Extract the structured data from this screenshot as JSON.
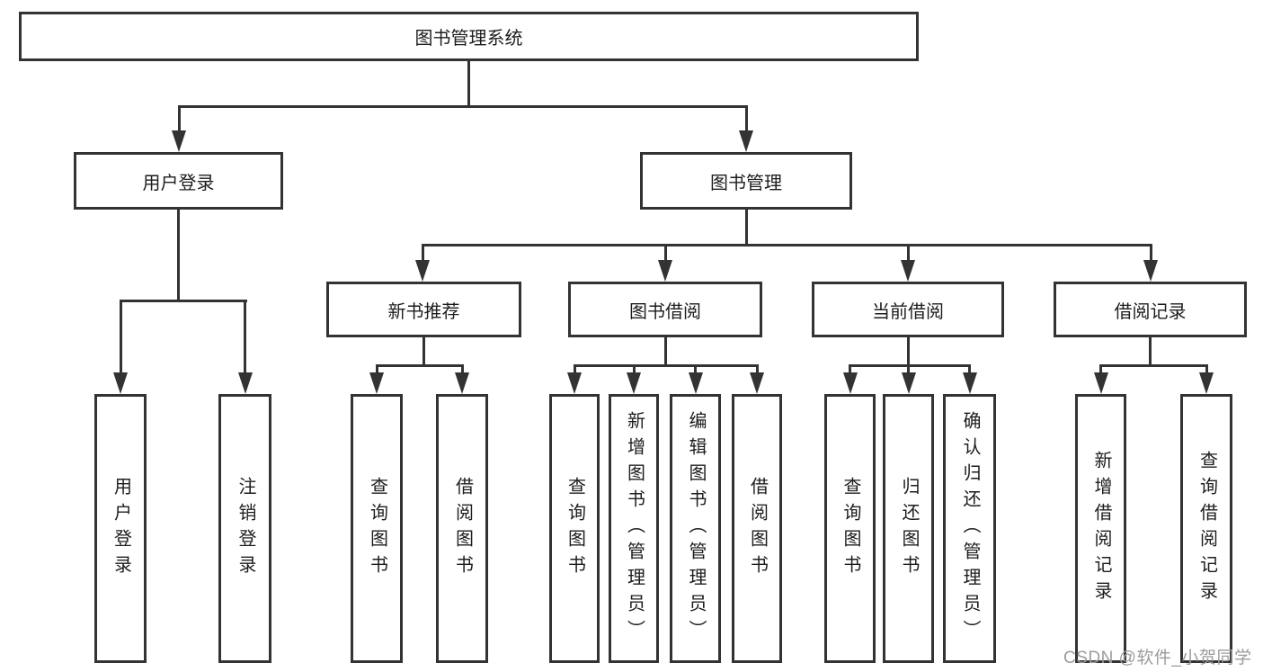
{
  "root": {
    "label": "图书管理系统"
  },
  "branches": {
    "user_login": {
      "label": "用户登录",
      "children": {
        "login": "用户登录",
        "logout": "注销登录"
      }
    },
    "book_management": {
      "label": "图书管理",
      "sections": {
        "new_book": {
          "label": "新书推荐",
          "children": {
            "query": "查询图书",
            "borrow": "借阅图书"
          }
        },
        "book_borrow": {
          "label": "图书借阅",
          "children": {
            "query": "查询图书",
            "add": "新增图书（管理员）",
            "edit": "编辑图书（管理员）",
            "borrow": "借阅图书"
          }
        },
        "current_borrow": {
          "label": "当前借阅",
          "children": {
            "query": "查询图书",
            "return": "归还图书",
            "confirm_return": "确认归还（管理员）"
          }
        },
        "borrow_record": {
          "label": "借阅记录",
          "children": {
            "add": "新增借阅记录",
            "query": "查询借阅记录"
          }
        }
      }
    }
  },
  "watermark": "CSDN @软件_小贺同学",
  "colors": {
    "line": "#333333",
    "text": "#1d1d1d",
    "watermark": "#9c9c9c",
    "background": "#ffffff"
  }
}
